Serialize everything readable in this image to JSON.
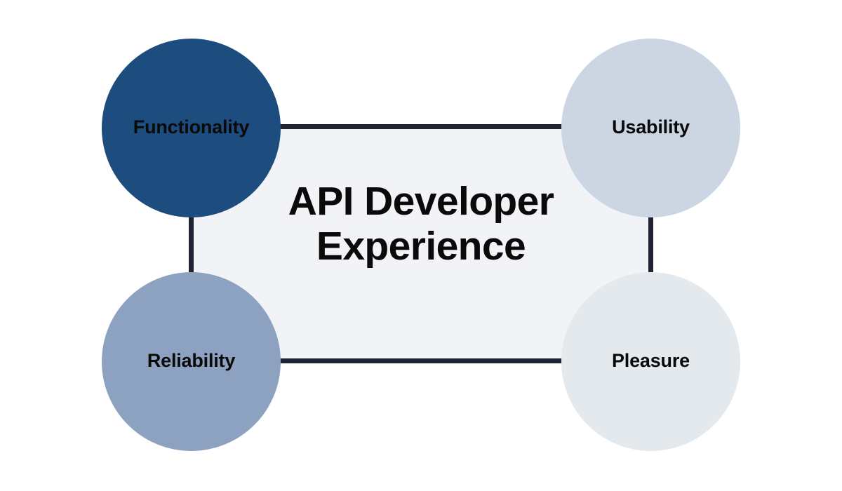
{
  "diagram": {
    "type": "node-network",
    "center": {
      "title_line1": "API Developer",
      "title_line2": "Experience"
    },
    "nodes": [
      {
        "id": "functionality",
        "label": "Functionality",
        "position": "top-left",
        "color": "#1C4D7E",
        "text_color": "#0A0A0A"
      },
      {
        "id": "usability",
        "label": "Usability",
        "position": "top-right",
        "color": "#CBD6E2",
        "text_color": "#0A0A0A"
      },
      {
        "id": "reliability",
        "label": "Reliability",
        "position": "bottom-left",
        "color": "#8CA2C0",
        "text_color": "#0A0A0A"
      },
      {
        "id": "pleasure",
        "label": "Pleasure",
        "position": "bottom-right",
        "color": "#E4E9ED",
        "text_color": "#0A0A0A"
      }
    ],
    "connectors": [
      {
        "id": "top",
        "from": "functionality",
        "to": "usability",
        "color": "#1E2433"
      },
      {
        "id": "bottom",
        "from": "reliability",
        "to": "pleasure",
        "color": "#1E2433"
      },
      {
        "id": "left",
        "from": "functionality",
        "to": "reliability",
        "color": "#1E2433"
      },
      {
        "id": "right",
        "from": "usability",
        "to": "pleasure",
        "color": "#1E2433"
      }
    ],
    "panel": {
      "color": "#F1F3F7"
    },
    "background": "#FFFFFF"
  }
}
